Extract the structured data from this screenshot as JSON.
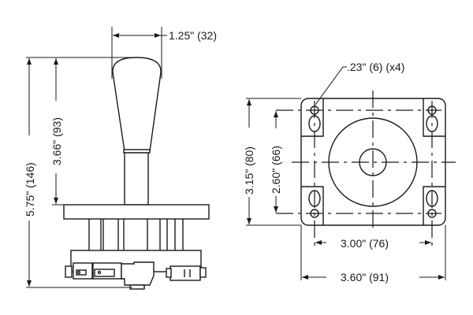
{
  "side_view": {
    "width_dim": "1.25\" (32)",
    "handle_height_dim": "3.66\" (93)",
    "total_height_dim": "5.75\" (146)"
  },
  "top_view": {
    "hole_dim": ".23\" (6) (x4)",
    "outer_height_dim": "3.15\" (80)",
    "hole_spacing_height_dim": "2.60\" (66)",
    "hole_spacing_width_dim": "3.00\" (76)",
    "outer_width_dim": "3.60\" (91)"
  }
}
